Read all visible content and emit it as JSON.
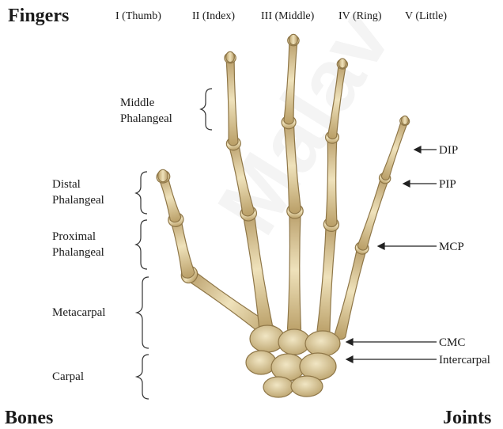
{
  "headings": {
    "fingers": "Fingers",
    "bones": "Bones",
    "joints": "Joints"
  },
  "fingers": [
    "I (Thumb)",
    "II (Index)",
    "III (Middle)",
    "IV (Ring)",
    "V (Little)"
  ],
  "bones": [
    {
      "lines": [
        "Middle",
        "Phalangeal"
      ]
    },
    {
      "lines": [
        "Distal",
        "Phalangeal"
      ]
    },
    {
      "lines": [
        "Proximal",
        "Phalangeal"
      ]
    },
    {
      "lines": [
        "Metacarpal"
      ]
    },
    {
      "lines": [
        "Carpal"
      ]
    }
  ],
  "joints": [
    "DIP",
    "PIP",
    "MCP",
    "CMC",
    "Intercarpal"
  ],
  "colors": {
    "bone": "#ddcc9c",
    "bone_shadow": "#a58c58",
    "text": "#1a1a1a",
    "watermark": "#b4b4b4"
  }
}
